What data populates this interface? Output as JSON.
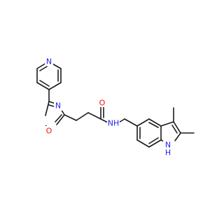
{
  "colors": {
    "background": "#ffffff",
    "bond": "#1a1a1a",
    "nitrogen": "#2222ee",
    "oxygen": "#ee1111",
    "hydrogen_on_nitrogen": "#2222ee"
  },
  "atom_labels": {
    "pyridine_n": "N",
    "oxadiazole_n_upper": "N",
    "oxadiazole_o": "O",
    "amide_o": "O",
    "amide_nh": "NH",
    "indole_h": "H",
    "indole_n": "N"
  }
}
